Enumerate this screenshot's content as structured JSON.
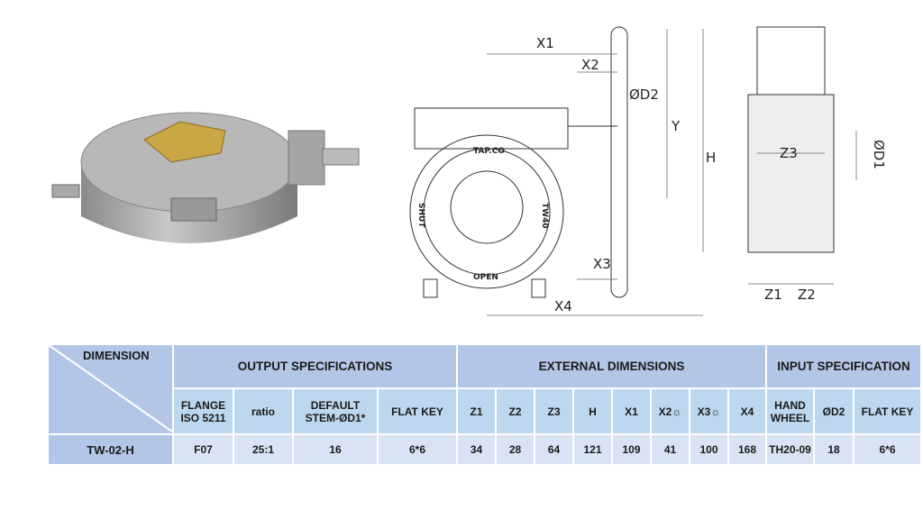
{
  "drawing": {
    "product_labels": {
      "shut": "SHUT",
      "brand": "TAP.CO",
      "model": "TW40",
      "open": "OPEN"
    },
    "dimension_labels": {
      "x1": "X1",
      "x2": "X2",
      "d2": "ØD2",
      "y": "Y",
      "h": "H",
      "x3": "X3",
      "x4": "X4",
      "z3": "Z3",
      "d1": "ØD1",
      "z1": "Z1",
      "z2": "Z2"
    }
  },
  "table": {
    "corner": "DIMENSION",
    "groups": [
      "OUTPUT SPECIFICATIONS",
      "EXTERNAL DIMENSIONS",
      "INPUT SPECIFICATION"
    ],
    "columns": [
      "FLANGE ISO 5211",
      "ratio",
      "DEFAULT STEM-ØD1*",
      "FLAT KEY",
      "Z1",
      "Z2",
      "Z3",
      "H",
      "X1",
      "X2☼",
      "X3☼",
      "X4",
      "HAND WHEEL",
      "ØD2",
      "FLAT KEY"
    ],
    "rows": [
      {
        "model": "TW-02-H",
        "values": [
          "F07",
          "25:1",
          "16",
          "6*6",
          "34",
          "28",
          "64",
          "121",
          "109",
          "41",
          "100",
          "168",
          "TH20-09",
          "18",
          "6*6"
        ]
      }
    ]
  }
}
